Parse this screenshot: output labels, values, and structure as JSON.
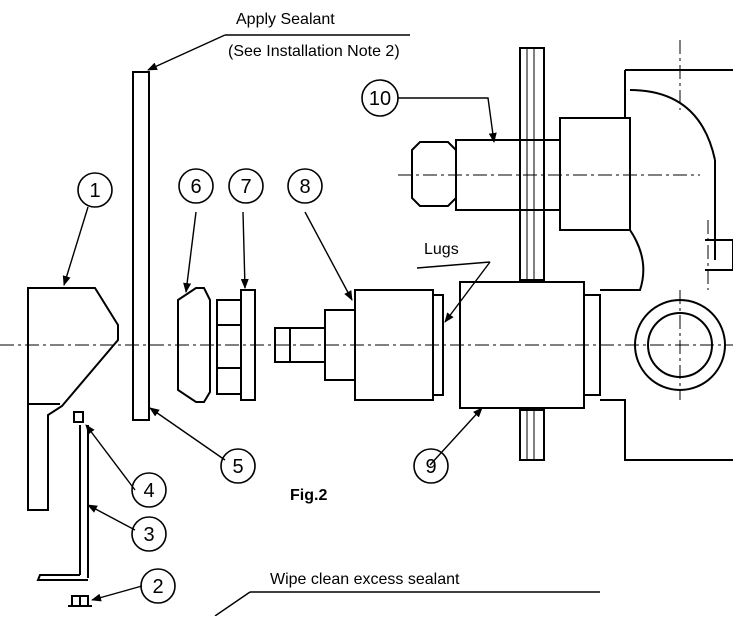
{
  "annotations": {
    "apply_sealant": "Apply Sealant",
    "installation_note": "(See Installation Note 2)",
    "lugs": "Lugs",
    "wipe_clean": "Wipe clean excess sealant",
    "figure_label": "Fig.2"
  },
  "callouts": {
    "c1": "1",
    "c2": "2",
    "c3": "3",
    "c4": "4",
    "c5": "5",
    "c6": "6",
    "c7": "7",
    "c8": "8",
    "c9": "9",
    "c10": "10"
  }
}
